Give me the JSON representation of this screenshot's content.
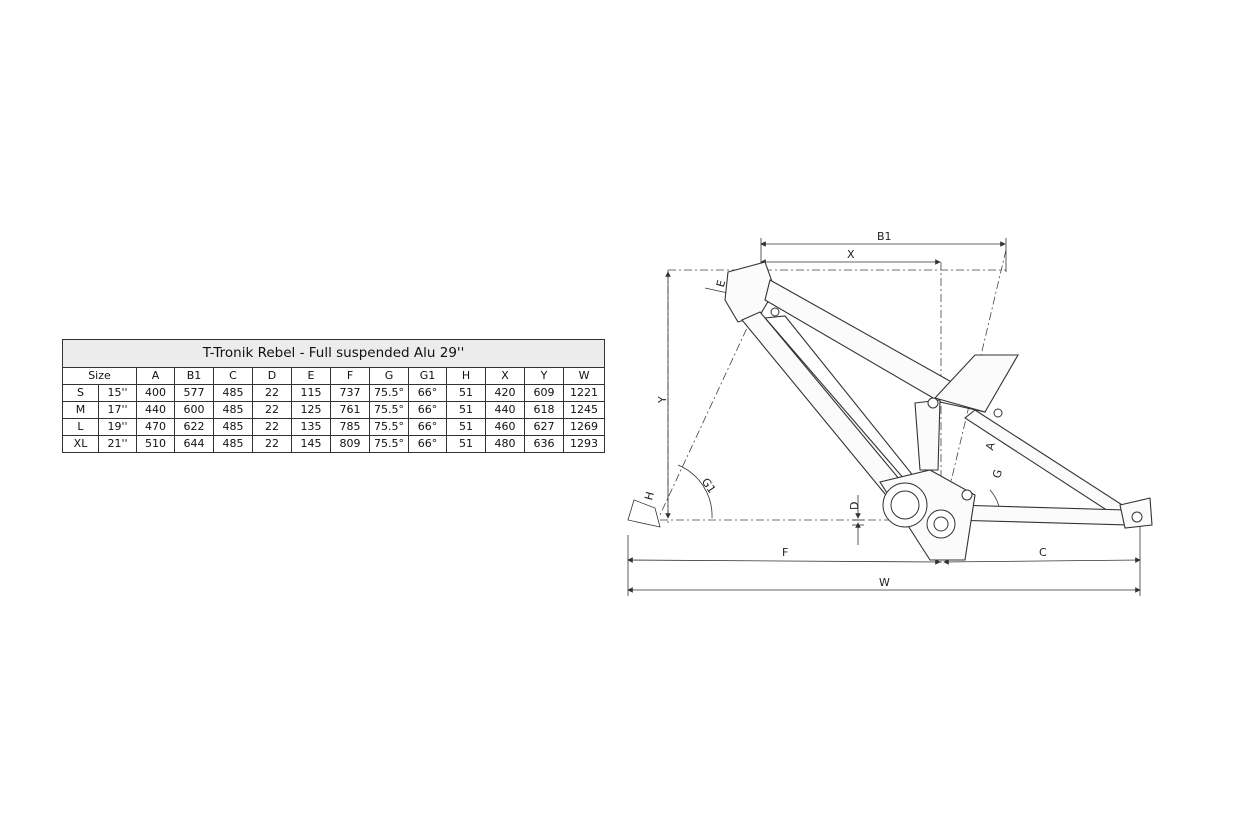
{
  "table": {
    "title": "T-Tronik Rebel - Full suspended Alu 29''",
    "headers": [
      "Size",
      "A",
      "B1",
      "C",
      "D",
      "E",
      "F",
      "G",
      "G1",
      "H",
      "X",
      "Y",
      "W"
    ],
    "rows": [
      [
        "S",
        "15''",
        "400",
        "577",
        "485",
        "22",
        "115",
        "737",
        "75.5°",
        "66°",
        "51",
        "420",
        "609",
        "1221"
      ],
      [
        "M",
        "17''",
        "440",
        "600",
        "485",
        "22",
        "125",
        "761",
        "75.5°",
        "66°",
        "51",
        "440",
        "618",
        "1245"
      ],
      [
        "L",
        "19''",
        "470",
        "622",
        "485",
        "22",
        "135",
        "785",
        "75.5°",
        "66°",
        "51",
        "460",
        "627",
        "1269"
      ],
      [
        "XL",
        "21''",
        "510",
        "644",
        "485",
        "22",
        "145",
        "809",
        "75.5°",
        "66°",
        "51",
        "480",
        "636",
        "1293"
      ]
    ]
  },
  "diagram": {
    "labels": {
      "b1": "B1",
      "x": "X",
      "e": "E",
      "y": "Y",
      "a": "A",
      "g": "G",
      "g1": "G1",
      "h": "H",
      "d": "D",
      "f": "F",
      "c": "C",
      "w": "W"
    }
  }
}
